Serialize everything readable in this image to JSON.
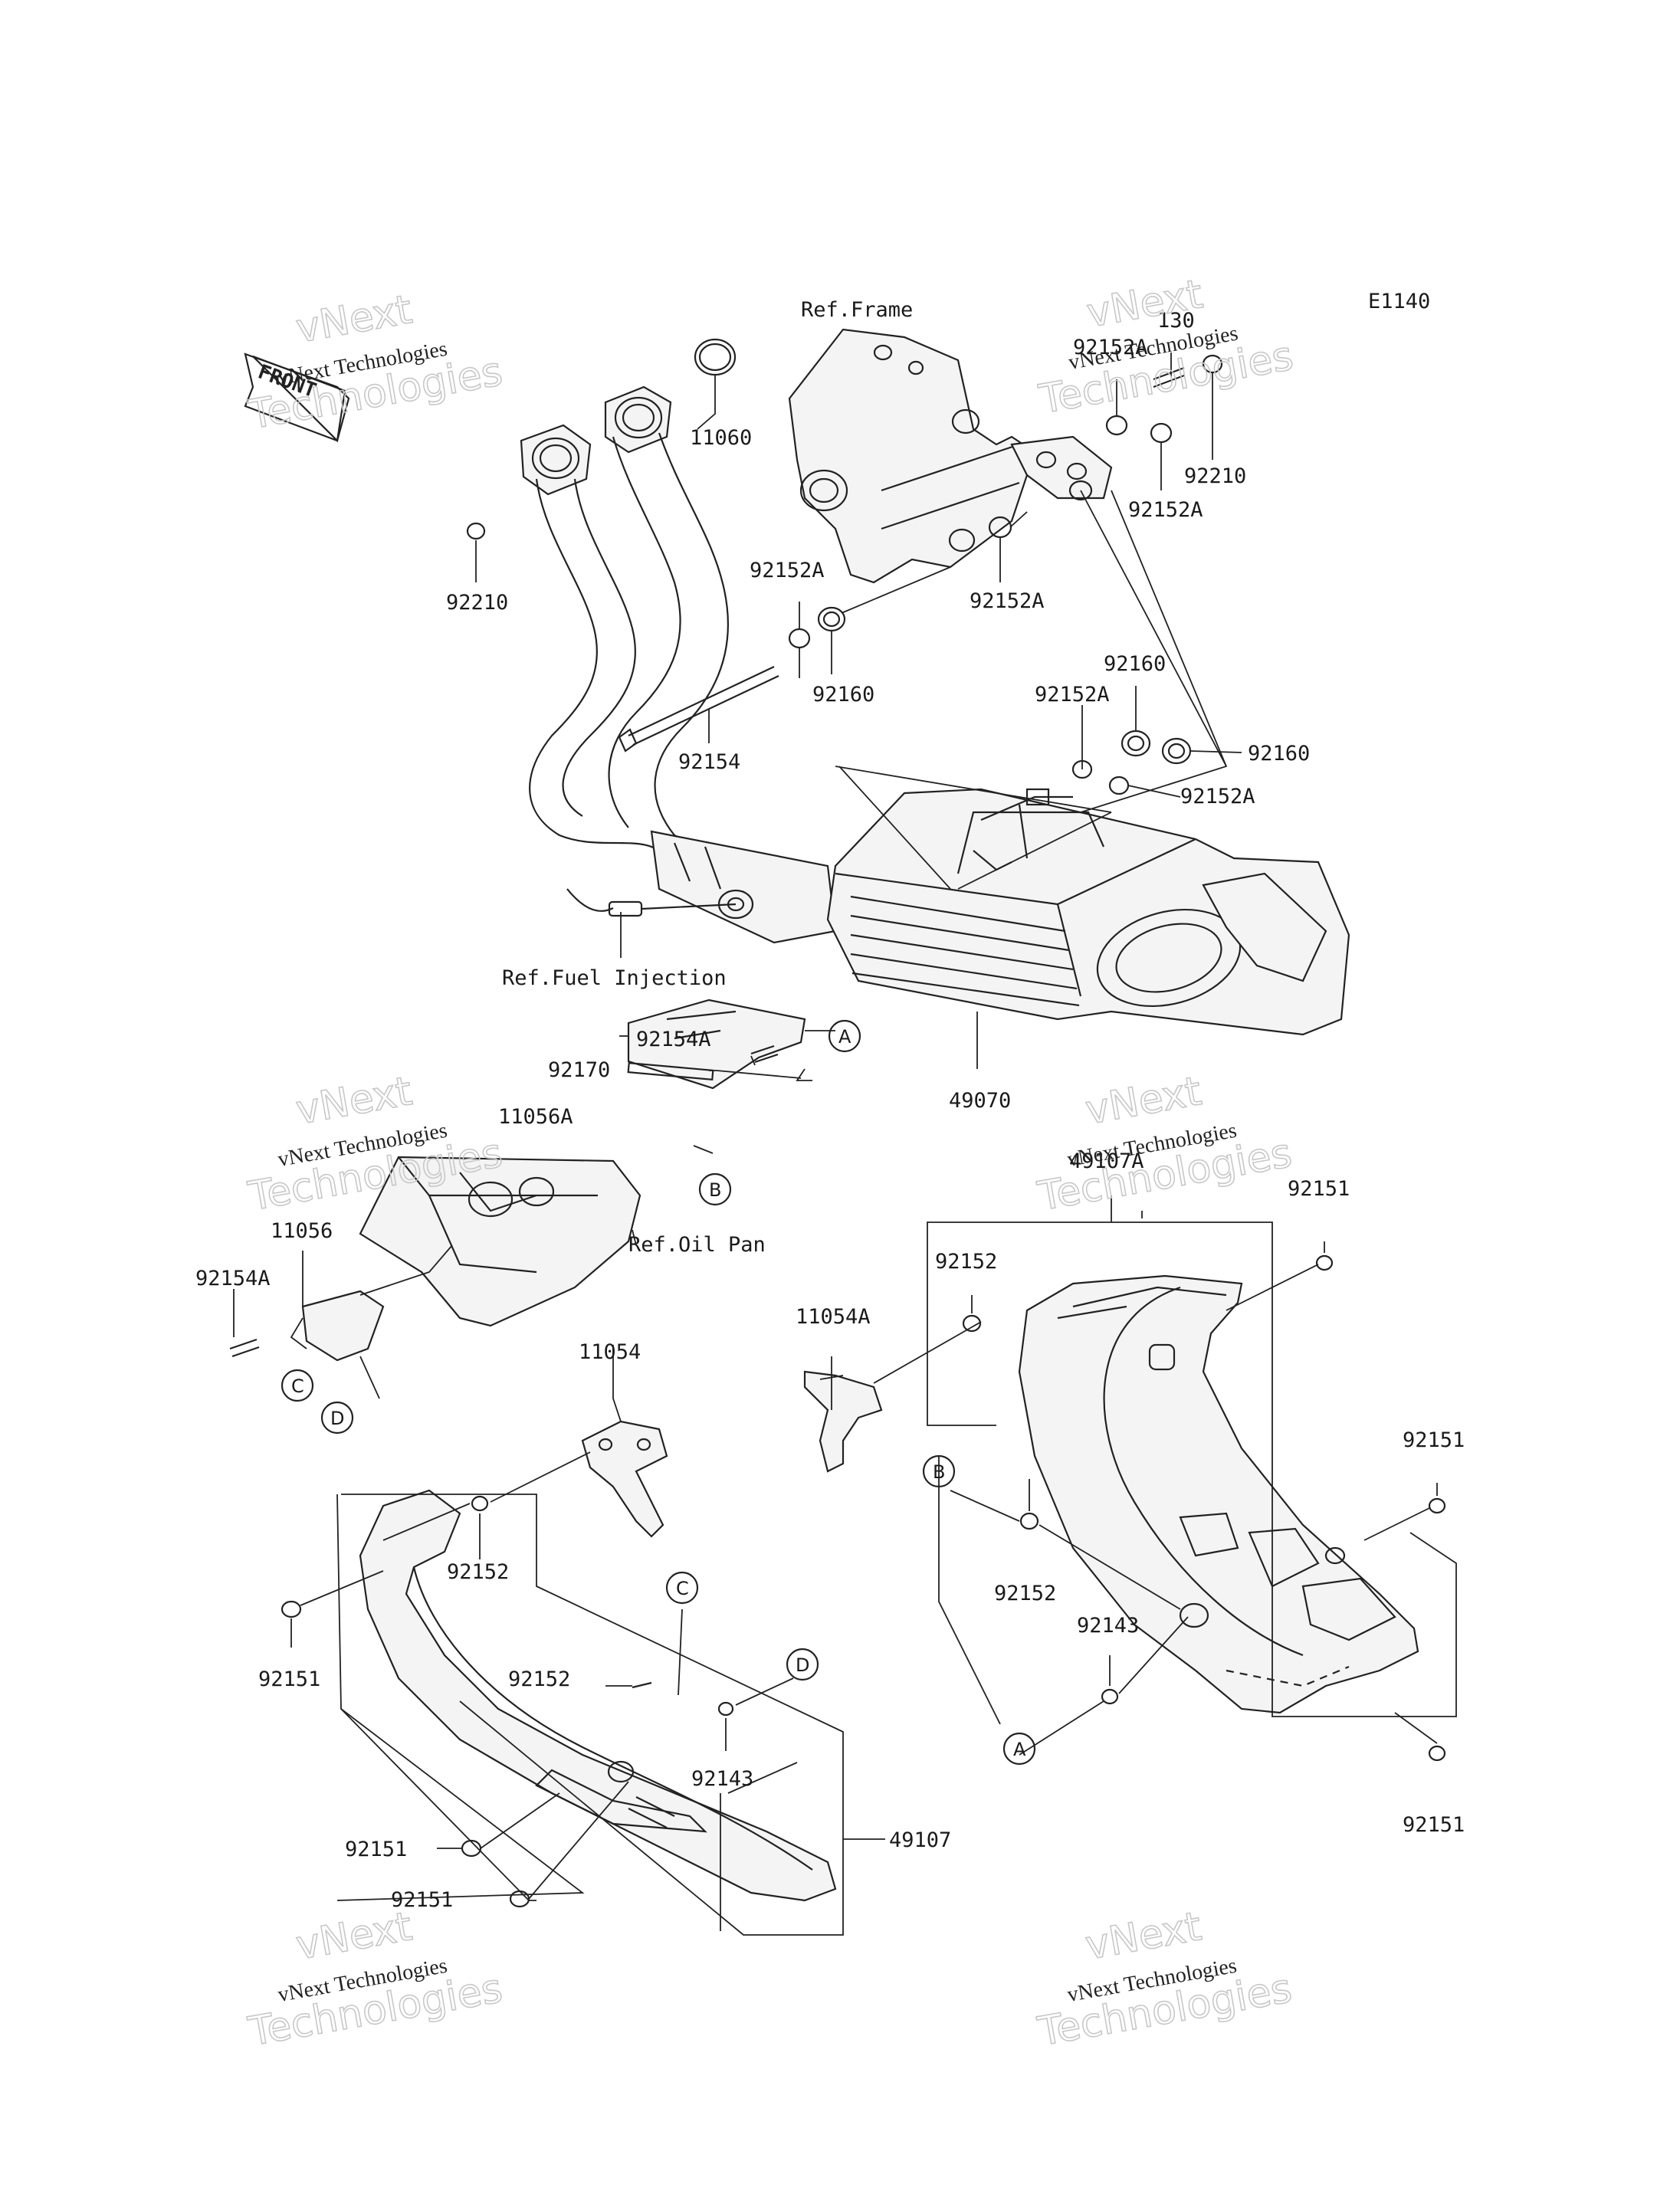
{
  "diagram": {
    "code": "E1140",
    "front_label": "FRONT",
    "watermark": {
      "line1": "vNext Technologies",
      "line2": "vNext",
      "line3": "Technologies"
    },
    "refs": {
      "frame": "Ref.Frame",
      "fuel": "Ref.Fuel Injection",
      "oil_pan": "Ref.Oil Pan"
    },
    "parts": {
      "p11060": "11060",
      "p92210_left": "92210",
      "p92210_right": "92210",
      "p130": "130",
      "p92152A_1": "92152A",
      "p92152A_2": "92152A",
      "p92152A_3": "92152A",
      "p92152A_4": "92152A",
      "p92152A_5": "92152A",
      "p92152A_6": "92152A",
      "p92160_1": "92160",
      "p92160_2": "92160",
      "p92160_3": "92160",
      "p92154": "92154",
      "p49070": "49070",
      "p92154A_1": "92154A",
      "p92154A_2": "92154A",
      "p92170": "92170",
      "p11056A": "11056A",
      "p11056": "11056",
      "p49107A": "49107A",
      "p92151_1": "92151",
      "p92151_2": "92151",
      "p92151_3": "92151",
      "p92151_4": "92151",
      "p92151_5": "92151",
      "p92151_6": "92151",
      "p92152_1": "92152",
      "p92152_2": "92152",
      "p92152_3": "92152",
      "p92152_4": "92152",
      "p11054A": "11054A",
      "p11054": "11054",
      "p92143_1": "92143",
      "p92143_2": "92143",
      "p49107": "49107"
    },
    "callouts": {
      "A": "A",
      "B": "B",
      "C": "C",
      "D": "D"
    }
  }
}
